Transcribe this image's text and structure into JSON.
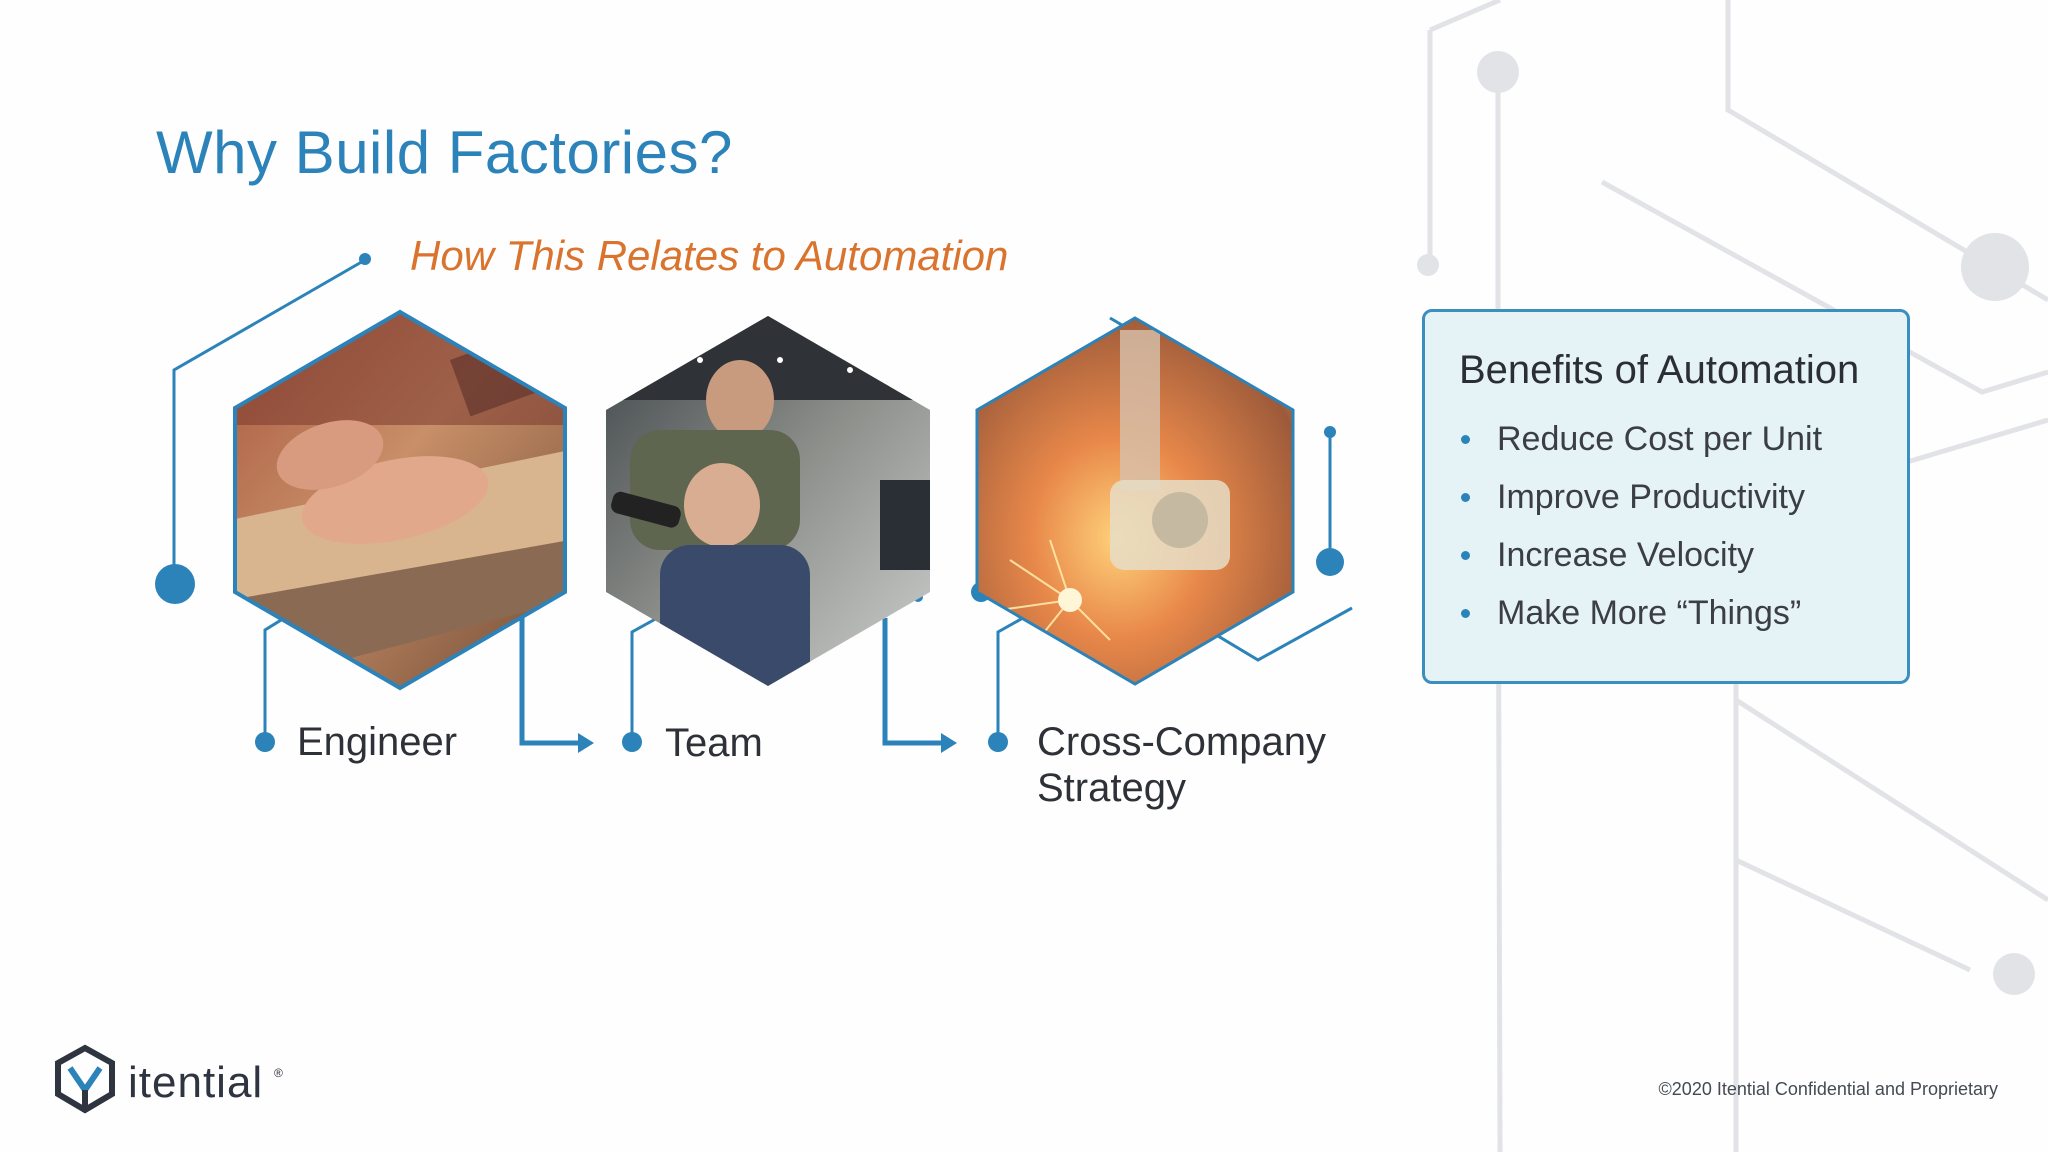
{
  "slide": {
    "title": "Why Build Factories?",
    "subtitle": "How This Relates to Automation"
  },
  "stages": [
    {
      "label": "Engineer",
      "image": "woodworking-hands-photo"
    },
    {
      "label": "Team",
      "image": "team-at-computer-photo"
    },
    {
      "label_line1": "Cross-Company",
      "label_line2": "Strategy",
      "image": "robotic-welding-photo"
    }
  ],
  "benefits": {
    "heading": "Benefits of Automation",
    "items": [
      "Reduce Cost per Unit",
      "Improve Productivity",
      "Increase Velocity",
      "Make More “Things”"
    ]
  },
  "logo": {
    "text": "itential",
    "reg": "®"
  },
  "footer": {
    "text": "©2020 Itential Confidential and Proprietary"
  },
  "colors": {
    "accent_blue": "#2b83b9",
    "accent_orange": "#d9732d",
    "card_fill": "#e6f3f6",
    "circuit_gray": "#e0e2e6"
  }
}
